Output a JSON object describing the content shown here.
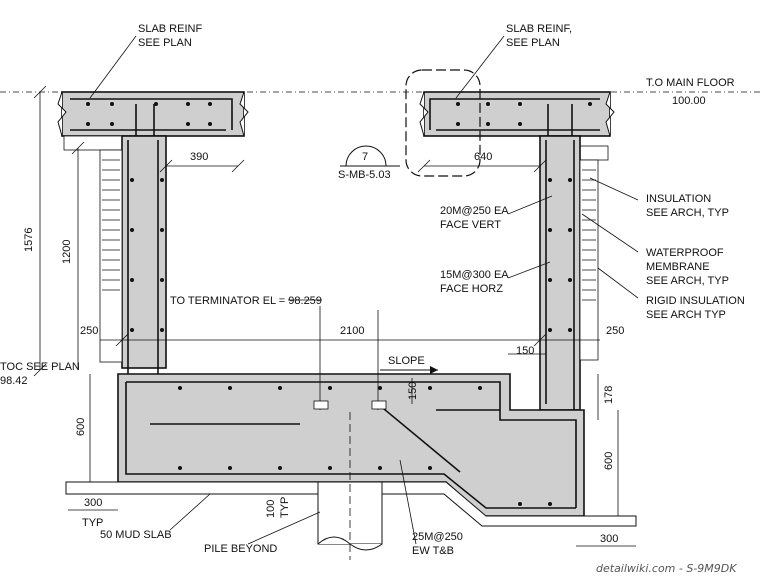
{
  "title": "",
  "labels": {
    "slab_reinf_left_1": "SLAB REINF",
    "slab_reinf_left_2": "SEE PLAN",
    "slab_reinf_right_1": "SLAB REINF,",
    "slab_reinf_right_2": "SEE PLAN",
    "to_main_floor": "T.O MAIN FLOOR",
    "main_floor_el": "100.00",
    "detail_num": "7",
    "detail_sheet": "S-MB-5.03",
    "vert_bar_1": "20M@250 EA",
    "vert_bar_2": "FACE VERT",
    "horz_bar_1": "15M@300 EA",
    "horz_bar_2": "FACE HORZ",
    "insulation_1": "INSULATION",
    "insulation_2": "SEE ARCH, TYP",
    "waterproof_1": "WATERPROOF",
    "waterproof_2": "MEMBRANE",
    "waterproof_3": "SEE ARCH, TYP",
    "rigid_1": "RIGID INSULATION",
    "rigid_2": "SEE ARCH TYP",
    "terminator": "TO TERMINATOR EL = 98.259",
    "toc_1": "TOC SEE PLAN",
    "toc_2": "98.42",
    "slope": "SLOPE",
    "mud_slab": "50 MUD SLAB",
    "pile_beyond": "PILE BEYOND",
    "bottom_bar_1": "25M@250",
    "bottom_bar_2": "EW T&B",
    "typ": "TYP",
    "typ_100": "TYP",
    "watermark": "detailwiki.com - S-9M9DK"
  },
  "dimensions": {
    "d1576": "1576",
    "d1200": "1200",
    "d390": "390",
    "d640": "640",
    "d250_left": "250",
    "d2100": "2100",
    "d250_right": "250",
    "d150_top": "150",
    "d150_mid": "150",
    "d178": "178",
    "d600_left": "600",
    "d600_right": "600",
    "d300_left": "300",
    "d100": "100",
    "d300_right": "300"
  }
}
